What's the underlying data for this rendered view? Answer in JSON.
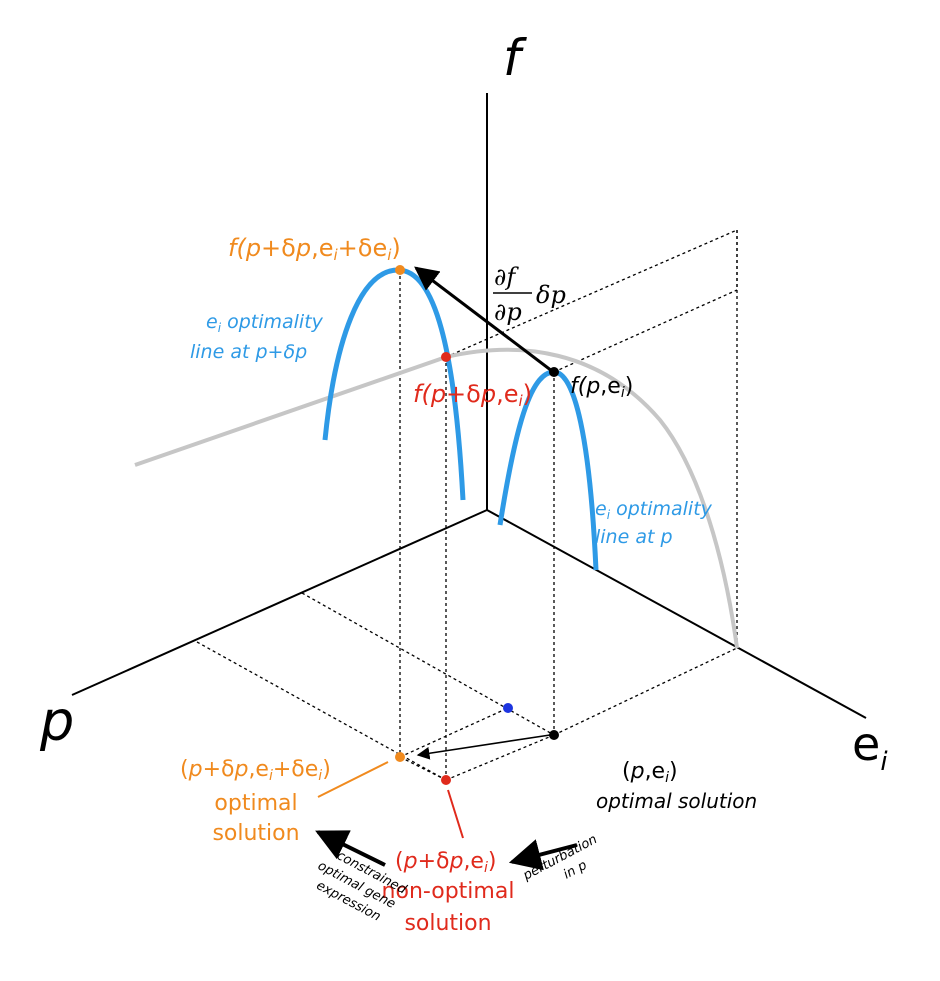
{
  "axes": {
    "f": "f",
    "p": "p",
    "e": "e",
    "e_sub": "i"
  },
  "labels": {
    "f_perturbed_optimal": {
      "parts": [
        "f(",
        "p",
        "+δ",
        "p",
        ",e",
        "i",
        "+δe",
        "i",
        ")"
      ]
    },
    "derivative": {
      "num": "∂f",
      "den": "∂p",
      "suffix": "δp"
    },
    "line_at_p_plus": {
      "line1_sub": "i",
      "line1_rest": " optimality",
      "line1_e": "e",
      "line2": "line at p+δp"
    },
    "f_perturbed_nonopt": {
      "parts": [
        "f(",
        "p",
        "+δ",
        "p",
        ",e",
        "i",
        ")"
      ]
    },
    "f_original": {
      "parts": [
        "f(",
        "p",
        ",e",
        "i",
        ")"
      ]
    },
    "line_at_p": {
      "line1_e": "e",
      "line1_sub": "i",
      "line1_rest": " optimality",
      "line2": "line at p"
    },
    "orange_point": {
      "parts": [
        "(",
        "p",
        "+δ",
        "p",
        ",e",
        "i",
        "+δe",
        "i",
        ")"
      ],
      "line2": "optimal",
      "line3": "solution"
    },
    "black_point": {
      "parts": [
        "(",
        "p",
        ",e",
        "i",
        ")"
      ],
      "line2": "optimal solution"
    },
    "red_point": {
      "parts": [
        "(",
        "p",
        "+δ",
        "p",
        ",e",
        "i",
        ")"
      ],
      "line2": "non-optimal",
      "line3": "solution"
    },
    "constrained": {
      "line1": "constrained",
      "line2": "optimal gene",
      "line3": "expression"
    },
    "perturbation": {
      "line1": "perturbation",
      "line2": "in p"
    }
  },
  "colors": {
    "orange": "#f08a1e",
    "red": "#e02a1c",
    "blue": "#2e9ae6",
    "gray": "#c6c6c6",
    "black": "#000000",
    "dot_blue": "#1d35e0"
  }
}
